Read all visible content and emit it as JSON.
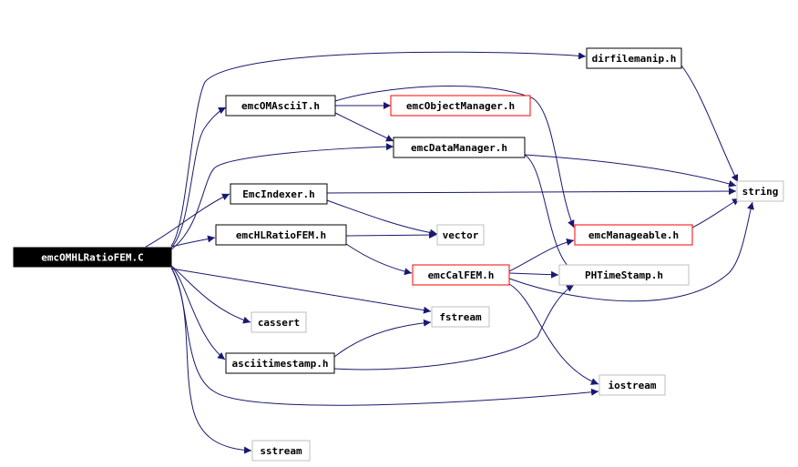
{
  "graph": {
    "nodes": {
      "root": {
        "label": "emcOMHLRatioFEM.C",
        "style": "root"
      },
      "dirfilemanip": {
        "label": "dirfilemanip.h",
        "style": "black"
      },
      "emcOMAsciiT": {
        "label": "emcOMAsciiT.h",
        "style": "black"
      },
      "emcObjectManager": {
        "label": "emcObjectManager.h",
        "style": "red"
      },
      "emcDataManager": {
        "label": "emcDataManager.h",
        "style": "black"
      },
      "string": {
        "label": "string",
        "style": "gray"
      },
      "EmcIndexer": {
        "label": "EmcIndexer.h",
        "style": "black"
      },
      "emcHLRatioFEM": {
        "label": "emcHLRatioFEM.h",
        "style": "black"
      },
      "vector": {
        "label": "vector",
        "style": "gray"
      },
      "emcManageable": {
        "label": "emcManageable.h",
        "style": "red"
      },
      "emcCalFEM": {
        "label": "emcCalFEM.h",
        "style": "red"
      },
      "PHTimeStamp": {
        "label": "PHTimeStamp.h",
        "style": "gray"
      },
      "cassert": {
        "label": "cassert",
        "style": "gray"
      },
      "fstream": {
        "label": "fstream",
        "style": "gray"
      },
      "asciitimestamp": {
        "label": "asciitimestamp.h",
        "style": "black"
      },
      "iostream": {
        "label": "iostream",
        "style": "gray"
      },
      "sstream": {
        "label": "sstream",
        "style": "gray"
      }
    },
    "edges": [
      {
        "from": "root",
        "to": "dirfilemanip"
      },
      {
        "from": "root",
        "to": "emcOMAsciiT"
      },
      {
        "from": "root",
        "to": "emcDataManager"
      },
      {
        "from": "root",
        "to": "EmcIndexer"
      },
      {
        "from": "root",
        "to": "emcHLRatioFEM"
      },
      {
        "from": "root",
        "to": "cassert"
      },
      {
        "from": "root",
        "to": "fstream"
      },
      {
        "from": "root",
        "to": "asciitimestamp"
      },
      {
        "from": "root",
        "to": "iostream"
      },
      {
        "from": "root",
        "to": "sstream"
      },
      {
        "from": "dirfilemanip",
        "to": "string"
      },
      {
        "from": "emcOMAsciiT",
        "to": "emcObjectManager"
      },
      {
        "from": "emcOMAsciiT",
        "to": "emcDataManager"
      },
      {
        "from": "emcOMAsciiT",
        "to": "emcManageable"
      },
      {
        "from": "emcDataManager",
        "to": "string"
      },
      {
        "from": "emcDataManager",
        "to": "PHTimeStamp"
      },
      {
        "from": "EmcIndexer",
        "to": "string"
      },
      {
        "from": "EmcIndexer",
        "to": "vector"
      },
      {
        "from": "emcHLRatioFEM",
        "to": "vector"
      },
      {
        "from": "emcHLRatioFEM",
        "to": "emcCalFEM"
      },
      {
        "from": "emcManageable",
        "to": "string"
      },
      {
        "from": "emcCalFEM",
        "to": "emcManageable"
      },
      {
        "from": "emcCalFEM",
        "to": "PHTimeStamp"
      },
      {
        "from": "emcCalFEM",
        "to": "string"
      },
      {
        "from": "emcCalFEM",
        "to": "iostream"
      },
      {
        "from": "asciitimestamp",
        "to": "fstream"
      },
      {
        "from": "asciitimestamp",
        "to": "PHTimeStamp"
      }
    ],
    "colors": {
      "edge": "#191970",
      "node_border_black": "#000000",
      "node_border_red": "#ff0000",
      "node_border_gray": "#bfbfbf",
      "root_fill": "#000000",
      "root_text": "#ffffff",
      "text": "#000000"
    }
  }
}
